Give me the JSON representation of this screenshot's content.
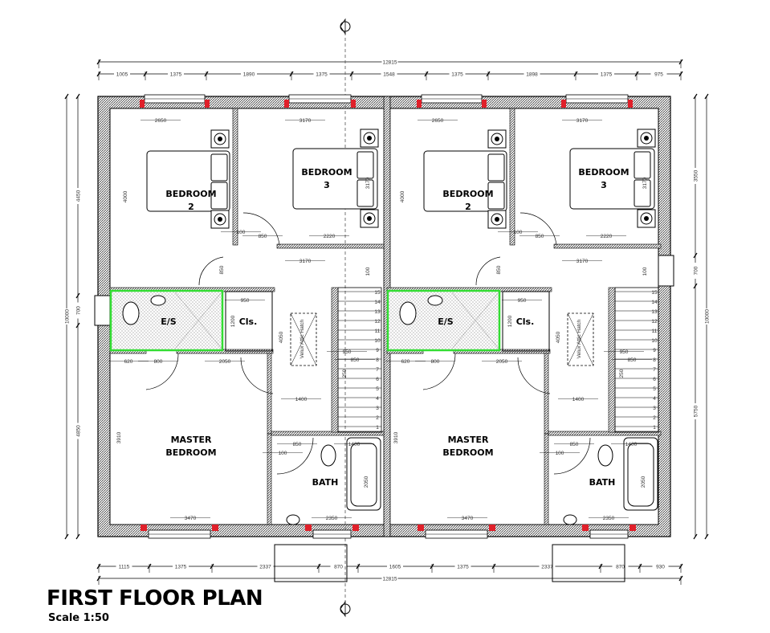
{
  "title": "FIRST FLOOR PLAN",
  "scale": "Scale 1:50",
  "colors": {
    "wall_hatch": "#555555",
    "ensuite_outline": "#33dd33",
    "window_reveal": "#e0202a"
  },
  "dimensions": {
    "top_overall": "12815",
    "top_segments": [
      "1005",
      "1375",
      "1890",
      "1375",
      "1548",
      "1375",
      "1898",
      "1375",
      "975"
    ],
    "bottom_segments": [
      "1115",
      "1375",
      "2337",
      "870",
      "1605",
      "1375",
      "2337",
      "870",
      "930"
    ],
    "bottom_overall": "12815",
    "left_segments": [
      "4450",
      "700",
      "4850"
    ],
    "left_overall": "10000",
    "right_segments": [
      "3550",
      "700",
      "5750"
    ],
    "right_overall": "10000"
  },
  "unit": {
    "rooms": {
      "bedroom2": [
        "BEDROOM",
        "2"
      ],
      "bedroom3": [
        "BEDROOM",
        "3"
      ],
      "ensuite": [
        "E/S"
      ],
      "closet": [
        "Cls."
      ],
      "master": [
        "MASTER",
        "BEDROOM"
      ],
      "bath": [
        "BATH"
      ]
    },
    "dims": [
      "2650",
      "3170",
      "4000",
      "3170",
      "850",
      "100",
      "2220",
      "3170",
      "850",
      "100",
      "950",
      "1200",
      "620",
      "800",
      "2050",
      "4050",
      "950",
      "850",
      "1400",
      "250",
      "3910",
      "850",
      "100",
      "2350",
      "2050",
      "3470",
      "1400"
    ],
    "stair_numbers": [
      "15",
      "14",
      "13",
      "12",
      "11",
      "10",
      "9",
      "8",
      "7",
      "6",
      "5",
      "4",
      "3",
      "2",
      "1"
    ],
    "rooflight_note": "Velux Attic Hatch"
  }
}
